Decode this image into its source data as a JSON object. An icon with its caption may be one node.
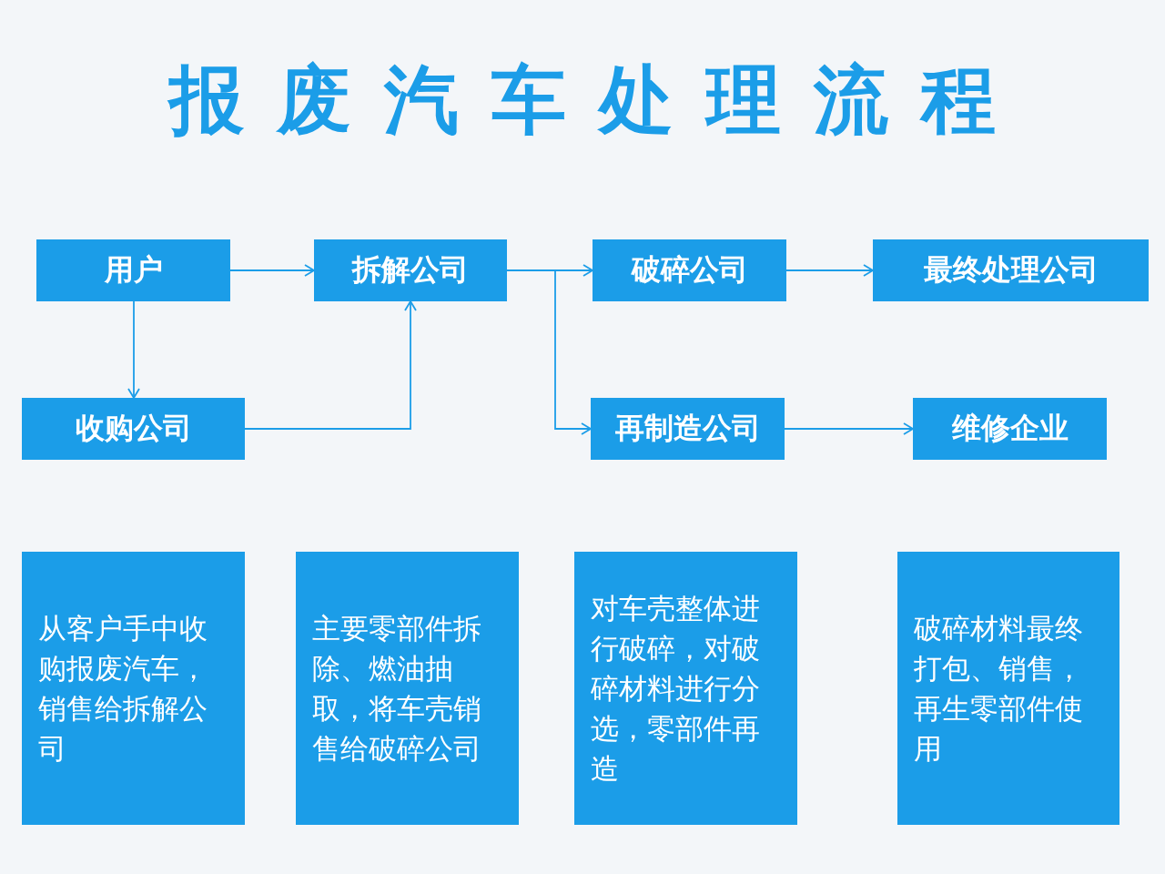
{
  "diagram": {
    "title": "报废汽车处理流程",
    "nodes": [
      {
        "text": [
          "用户"
        ]
      },
      {
        "text": [
          "拆解公司"
        ]
      },
      {
        "text": [
          "破碎公司"
        ]
      },
      {
        "text": [
          "最终处理公司"
        ]
      },
      {
        "text": [
          "收购公司"
        ]
      },
      {
        "text": [
          "再制造公司"
        ]
      },
      {
        "text": [
          "维修企业"
        ]
      },
      {
        "text": [
          "从客户手中收购报废汽车，销售给拆解公司"
        ]
      },
      {
        "text": [
          "主要零部件拆除、燃油抽取，将车壳销售给破碎公司"
        ]
      },
      {
        "text": [
          "对车壳整体进行破碎，对破碎材料进行分选，零部件再造"
        ]
      },
      {
        "text": [
          "破碎材料最终打包、销售，再生零部件使用"
        ]
      }
    ],
    "edges": [
      {
        "from": 0,
        "to": 1,
        "arrow": "to"
      },
      {
        "from": 0,
        "to": 4,
        "arrow": "to"
      },
      {
        "from": 4,
        "to": 1,
        "arrow": "to"
      },
      {
        "from": 1,
        "to": 2,
        "arrow": "to"
      },
      {
        "from": 1,
        "to": 5,
        "arrow": "to"
      },
      {
        "from": 2,
        "to": 3,
        "arrow": "to"
      },
      {
        "from": 5,
        "to": 6,
        "arrow": "to"
      }
    ]
  }
}
